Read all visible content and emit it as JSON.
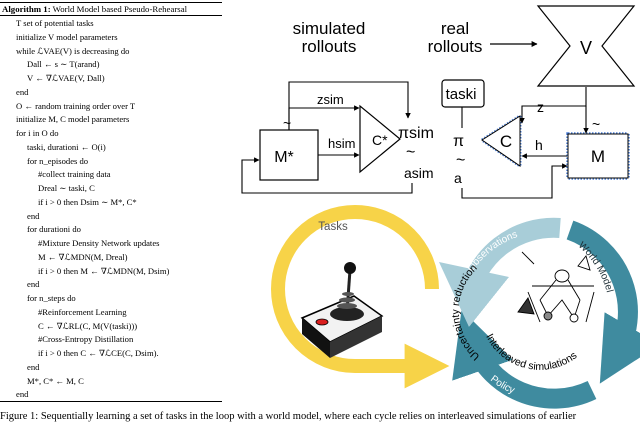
{
  "algorithm": {
    "number": "Algorithm 1:",
    "title": "World Model based Pseudo-Rehearsal",
    "lines": [
      {
        "indent": 0,
        "text": "T set of potential tasks"
      },
      {
        "indent": 0,
        "text": "initialize V model parameters"
      },
      {
        "indent": 0,
        "text": "while ℒVAE(V) is decreasing do"
      },
      {
        "indent": 1,
        "text": "Dall ← s ∼ T(arand)"
      },
      {
        "indent": 1,
        "text": "V ← ∇ℒVAE(V, Dall)"
      },
      {
        "indent": 0,
        "text": "end"
      },
      {
        "indent": 0,
        "text": "O ← random training order over T"
      },
      {
        "indent": 0,
        "text": "initialize M, C model parameters"
      },
      {
        "indent": 0,
        "text": "for i in O do"
      },
      {
        "indent": 1,
        "text": "taski, durationi ← O(i)"
      },
      {
        "indent": 1,
        "text": "for n_episodes do"
      },
      {
        "indent": 2,
        "text": "#collect training data"
      },
      {
        "indent": 2,
        "text": "Dreal ∼ taski, C"
      },
      {
        "indent": 2,
        "text": "if i > 0 then Dsim ∼ M*, C*"
      },
      {
        "indent": 1,
        "text": "end"
      },
      {
        "indent": 1,
        "text": "for durationi do"
      },
      {
        "indent": 2,
        "text": "#Mixture Density Network updates"
      },
      {
        "indent": 2,
        "text": "M ← ∇ℒMDN(M, Dreal)"
      },
      {
        "indent": 2,
        "text": "if i > 0 then M ← ∇ℒMDN(M, Dsim)"
      },
      {
        "indent": 1,
        "text": "end"
      },
      {
        "indent": 1,
        "text": "for n_steps do"
      },
      {
        "indent": 2,
        "text": "#Reinforcement Learning"
      },
      {
        "indent": 2,
        "text": "C ← ∇ℒRL(C, M(V(taski)))"
      },
      {
        "indent": 2,
        "text": "#Cross-Entropy Distillation"
      },
      {
        "indent": 2,
        "text": "if i > 0 then C ← ∇ℒCE(C, Dsim)."
      },
      {
        "indent": 1,
        "text": "end"
      },
      {
        "indent": 1,
        "text": "M*, C* ← M, C"
      },
      {
        "indent": 0,
        "text": "end"
      }
    ]
  },
  "diagram": {
    "simulated_rollouts": [
      "simulated",
      "rollouts"
    ],
    "real_rollouts": [
      "real",
      "rollouts"
    ],
    "m_star": "M*",
    "c_star": "C*",
    "pi_sim": "πsim",
    "tilde": "~",
    "a_sim": "asim",
    "z_sim": "zsim",
    "h_sim": "hsim",
    "v": "V",
    "task": "taski",
    "z": "z",
    "h": "h",
    "c": "C",
    "m": "M",
    "pi": "π",
    "a": "a",
    "tasks_label": "Tasks",
    "cycle_labels": {
      "observations": "Observations",
      "world_model": "World Model",
      "policy": "Policy",
      "uncertainty_reduction": "Uncertainty reduction",
      "interleaved_simulations": "Interleaved simulations"
    },
    "colors": {
      "tasks_ring": "#f7d348",
      "cycle_teal": "#3f8b9f",
      "cycle_light": "#a8cdd8",
      "dotted_outline": "#4b7fd6"
    }
  },
  "caption": "Figure 1: Sequentially learning a set of tasks in the loop with a world model, where each cycle relies on interleaved simulations of earlier"
}
